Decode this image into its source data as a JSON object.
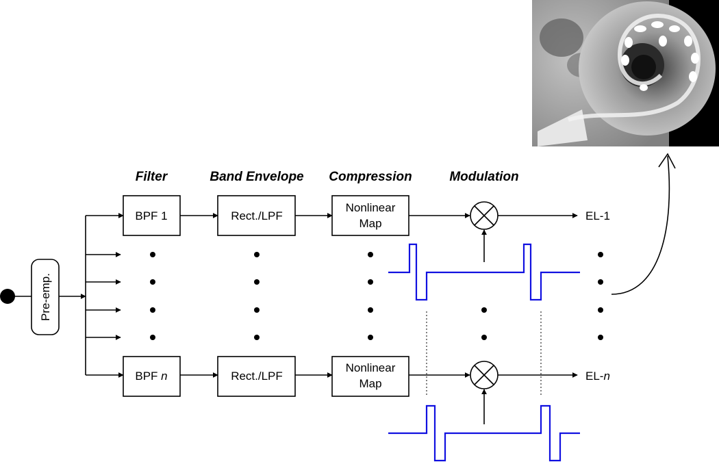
{
  "headers": {
    "filter": "Filter",
    "band_envelope": "Band Envelope",
    "compression": "Compression",
    "modulation": "Modulation"
  },
  "pre_emphasis": "Pre-emp.",
  "channel_1": {
    "filter": "BPF 1",
    "envelope": "Rect./LPF",
    "compression_line1": "Nonlinear",
    "compression_line2": "Map",
    "output": "EL-1"
  },
  "channel_n": {
    "filter_prefix": "BPF ",
    "filter_index": "n",
    "envelope": "Rect./LPF",
    "compression_line1": "Nonlinear",
    "compression_line2": "Map",
    "output_prefix": "EL-",
    "output_index": "n"
  },
  "colors": {
    "pulse_train": "#1010e0",
    "line": "#000000"
  },
  "image": {
    "description_icon": "cochlear-implant-xray"
  }
}
